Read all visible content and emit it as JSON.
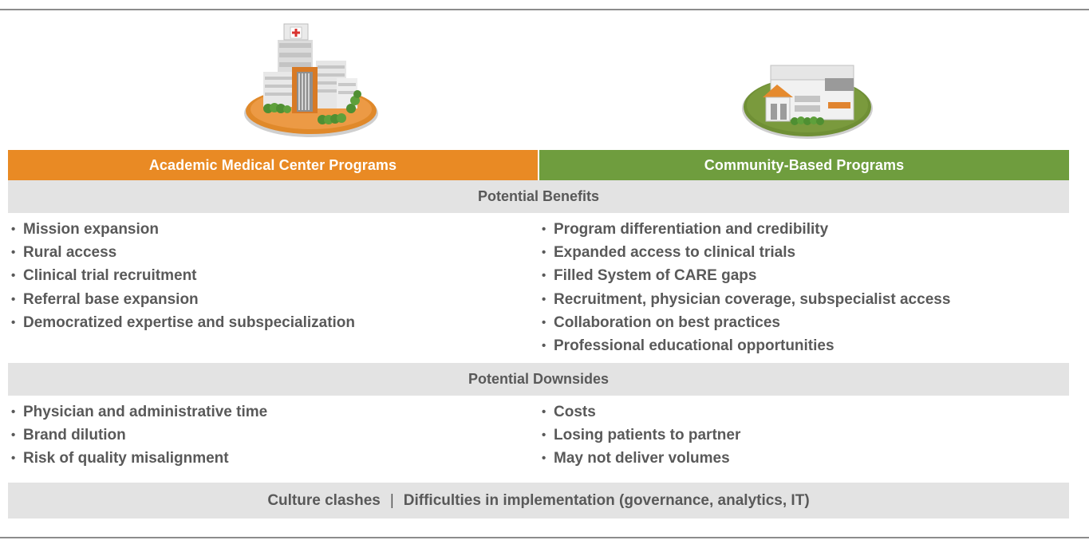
{
  "columns": {
    "academic": {
      "title": "Academic Medical Center Programs",
      "color": "#e98a24"
    },
    "community": {
      "title": "Community-Based Programs",
      "color": "#6f9d3e"
    }
  },
  "sections": {
    "benefits": {
      "title": "Potential Benefits",
      "academic": [
        "Mission expansion",
        "Rural access",
        "Clinical trial recruitment",
        "Referral base expansion",
        "Democratized expertise and subspecialization"
      ],
      "community": [
        "Program differentiation and credibility",
        "Expanded access to clinical trials",
        "Filled System of CARE gaps",
        "Recruitment, physician coverage, subspecialist access",
        "Collaboration on best practices",
        "Professional educational opportunities"
      ]
    },
    "downsides": {
      "title": "Potential Downsides",
      "academic": [
        "Physician and administrative time",
        "Brand dilution",
        "Risk of quality misalignment"
      ],
      "community": [
        "Costs",
        "Losing patients to partner",
        "May not deliver volumes"
      ]
    }
  },
  "footer": {
    "left": "Culture clashes",
    "separator": "|",
    "right": "Difficulties in implementation (governance, analytics, IT)"
  },
  "icons": {
    "academic": "hospital-building-icon",
    "community": "community-clinic-icon"
  },
  "band_color": "#e3e3e3"
}
